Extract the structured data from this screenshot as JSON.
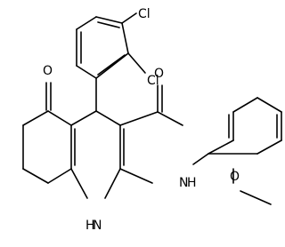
{
  "molecule": {
    "atoms": {
      "cl1": "Cl",
      "cl2": "Cl",
      "o_ketone": "O",
      "o_amide": "O",
      "nh_amide": "N",
      "nh_amide_h": "H",
      "nh_ring_h": "H",
      "nh_ring": "N",
      "o_ether": "O"
    }
  }
}
